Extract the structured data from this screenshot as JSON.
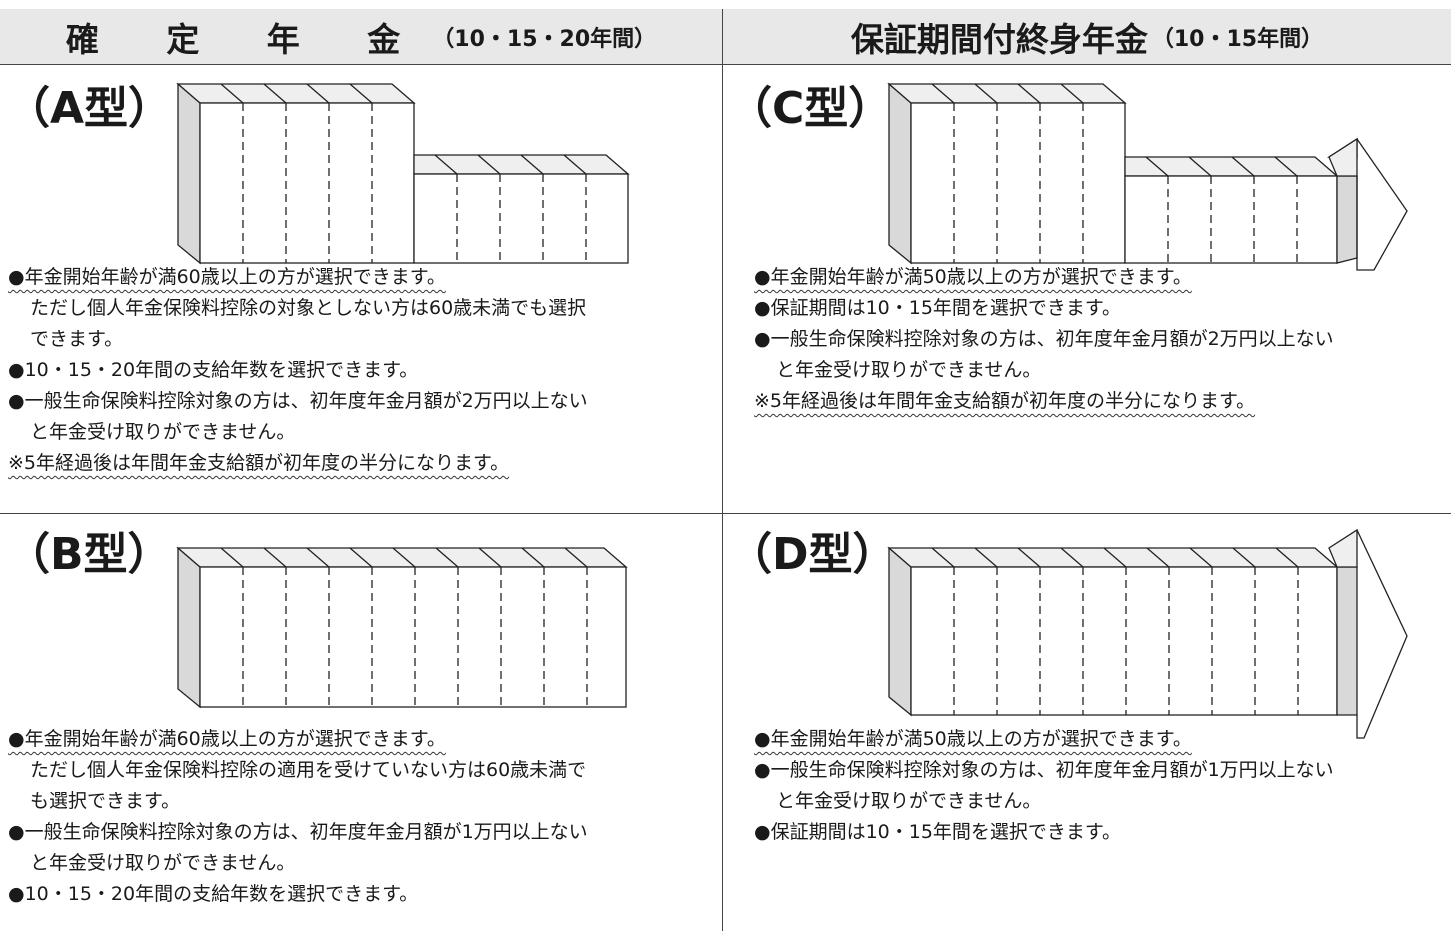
{
  "headers": {
    "left": {
      "main": "確 定 年 金",
      "sub": "（10・15・20年間）"
    },
    "right": {
      "main": "保証期間付終身年金",
      "sub": "（10・15年間）"
    }
  },
  "types": {
    "A": {
      "label": "（A型）",
      "bullet1": "●年金開始年齢が満60歳以上の方が選択できます。",
      "line2": "ただし個人年金保険料控除の対象としない方は60歳未満でも選択",
      "line3": "できます。",
      "bullet2": "●10・15・20年間の支給年数を選択できます。",
      "bullet3": "●一般生命保険料控除対象の方は、初年度年金月額が2万円以上ない",
      "line6": "と年金受け取りができません。",
      "note": "※5年経過後は年間年金支給額が初年度の半分になります。"
    },
    "B": {
      "label": "（B型）",
      "bullet1": "●年金開始年齢が満60歳以上の方が選択できます。",
      "line2": "ただし個人年金保険料控除の適用を受けていない方は60歳未満で",
      "line3": "も選択できます。",
      "bullet2": "●一般生命保険料控除対象の方は、初年度年金月額が1万円以上ない",
      "line5": "と年金受け取りができません。",
      "bullet3": "●10・15・20年間の支給年数を選択できます。"
    },
    "C": {
      "label": "（C型）",
      "bullet1": "●年金開始年齢が満50歳以上の方が選択できます。",
      "bullet2": "●保証期間は10・15年間を選択できます。",
      "bullet3": "●一般生命保険料控除対象の方は、初年度年金月額が2万円以上ない",
      "line4": "と年金受け取りができません。",
      "note": "※5年経過後は年間年金支給額が初年度の半分になります。"
    },
    "D": {
      "label": "（D型）",
      "bullet1": "●年金開始年齢が満50歳以上の方が選択できます。",
      "bullet2": "●一般生命保険料控除対象の方は、初年度年金月額が1万円以上ない",
      "line3": "と年金受け取りができません。",
      "bullet3": "●保証期間は10・15年間を選択できます。"
    }
  },
  "colors": {
    "header_bg": "#e8e8e8",
    "side_fill": "#d9d9d9",
    "top_fill": "#efefef",
    "line": "#222222"
  }
}
